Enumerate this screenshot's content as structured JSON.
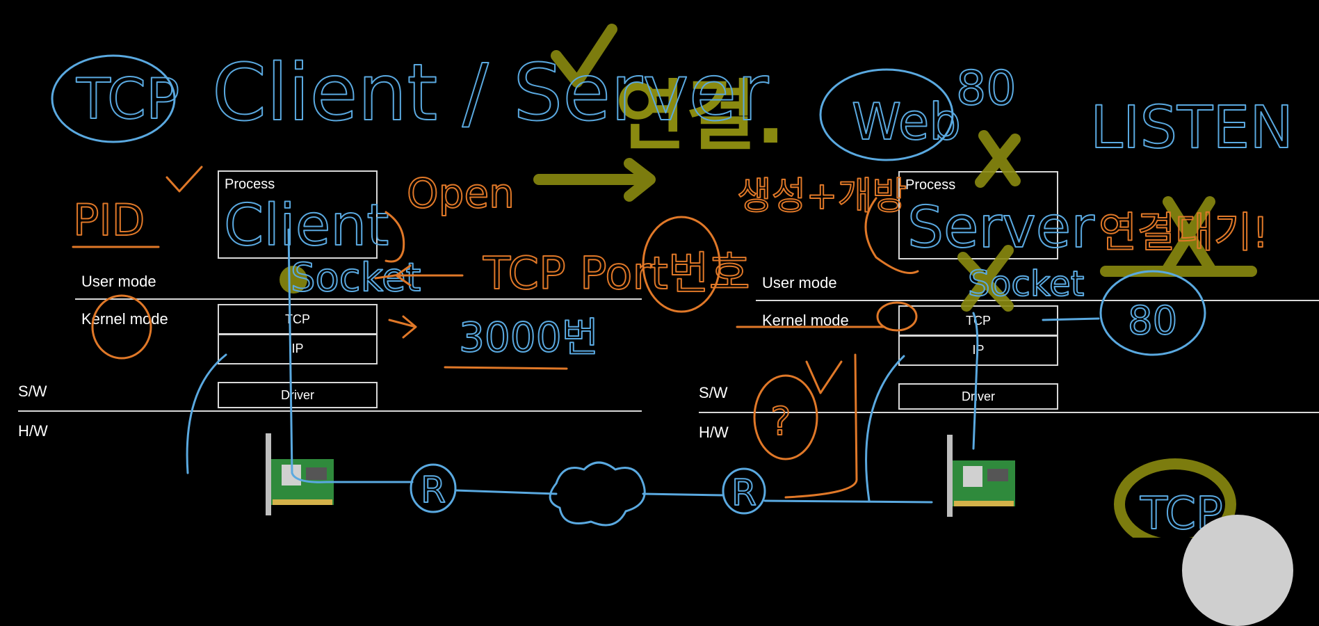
{
  "left": {
    "process_label": "Process",
    "user_mode": "User mode",
    "kernel_mode": "Kernel mode",
    "tcp": "TCP",
    "ip": "IP",
    "driver": "Driver",
    "sw": "S/W",
    "hw": "H/W"
  },
  "right": {
    "process_label": "Process",
    "user_mode": "User mode",
    "kernel_mode": "Kernel mode",
    "tcp": "TCP",
    "ip": "IP",
    "driver": "Driver",
    "sw": "S/W",
    "hw": "H/W"
  },
  "handwriting": {
    "title_tcp": "TCP",
    "title": "Client / Server",
    "korean_connect": "연결.",
    "pid": "PID",
    "client": "Client",
    "open": "Open",
    "socket_left": "Socket",
    "tcp_port": "TCP Port번호",
    "port_3000": "3000번",
    "web": "Web",
    "web_80": "80",
    "listen": "LISTEN",
    "create_open": "생성+개방",
    "server": "Server",
    "socket_right": "Socket",
    "connect_wait": "연결대기!",
    "port_80": "80",
    "router_left": "R",
    "router_right": "R",
    "question": "?",
    "tcp_bottom": "TCP"
  },
  "colors": {
    "blue_ink": "#5aa9e0",
    "orange_ink": "#e07828",
    "olive_ink": "#8a8a10",
    "lime_highlight": "#b8c820",
    "box_border": "#d9d9d9"
  }
}
